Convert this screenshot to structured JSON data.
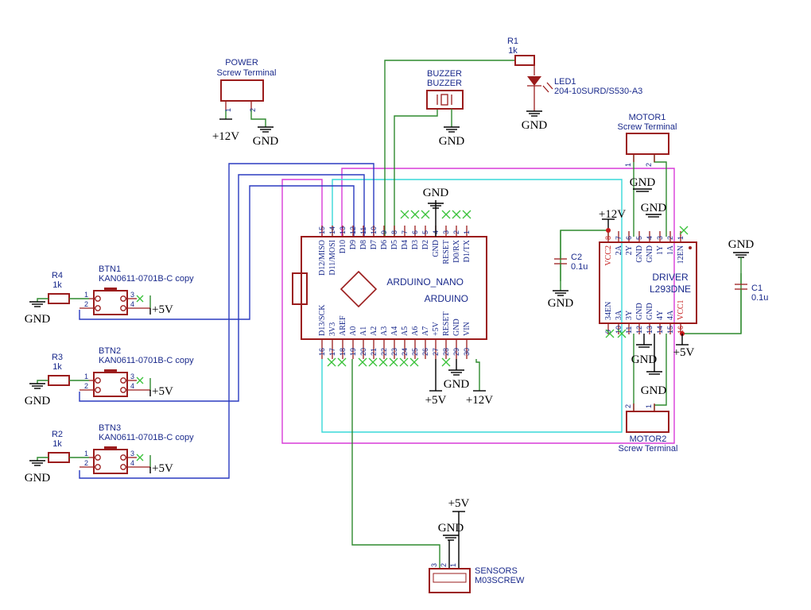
{
  "power": {
    "ref": "POWER",
    "value": "Screw Terminal",
    "pin1": "1",
    "pin2": "2",
    "v12": "+12V",
    "gnd": "GND"
  },
  "r1": {
    "ref": "R1",
    "value": "1k"
  },
  "led1": {
    "ref": "LED1",
    "value": "204-10SURD/S530-A3",
    "gnd": "GND"
  },
  "buzzer": {
    "ref": "BUZZER",
    "value": "BUZZER",
    "gnd": "GND"
  },
  "motor1": {
    "ref": "MOTOR1",
    "value": "Screw Terminal",
    "gnd1": "GND",
    "gnd2": "GND",
    "pin1": "1",
    "pin2": "2"
  },
  "motor2": {
    "ref": "MOTOR2",
    "value": "Screw Terminal",
    "gnd1": "GND",
    "gnd2": "GND",
    "pin1": "1",
    "pin2": "2"
  },
  "nano": {
    "ref": "ARDUINO_NANO",
    "value": "ARDUINO",
    "gnd_top": "GND",
    "gnd_bot": "GND",
    "v5": "+5V",
    "v12": "+12V",
    "top_pins": [
      {
        "num": "15",
        "name": "D12/MISO"
      },
      {
        "num": "14",
        "name": "D11/MOSI"
      },
      {
        "num": "13",
        "name": "D10"
      },
      {
        "num": "12",
        "name": "D9"
      },
      {
        "num": "11",
        "name": "D8"
      },
      {
        "num": "10",
        "name": "D7"
      },
      {
        "num": "9",
        "name": "D6"
      },
      {
        "num": "8",
        "name": "D5"
      },
      {
        "num": "7",
        "name": "D4"
      },
      {
        "num": "6",
        "name": "D3"
      },
      {
        "num": "5",
        "name": "D2"
      },
      {
        "num": "4",
        "name": "GND"
      },
      {
        "num": "3",
        "name": "RESET"
      },
      {
        "num": "2",
        "name": "D0/RX"
      },
      {
        "num": "1",
        "name": "D1/TX"
      }
    ],
    "bottom_pins": [
      {
        "num": "16",
        "name": "D13/SCK"
      },
      {
        "num": "17",
        "name": "3V3"
      },
      {
        "num": "18",
        "name": "AREF"
      },
      {
        "num": "19",
        "name": "A0"
      },
      {
        "num": "20",
        "name": "A1"
      },
      {
        "num": "21",
        "name": "A2"
      },
      {
        "num": "22",
        "name": "A3"
      },
      {
        "num": "23",
        "name": "A4"
      },
      {
        "num": "24",
        "name": "A5"
      },
      {
        "num": "25",
        "name": "A6"
      },
      {
        "num": "26",
        "name": "A7"
      },
      {
        "num": "27",
        "name": "+5V"
      },
      {
        "num": "28",
        "name": "RESET"
      },
      {
        "num": "29",
        "name": "GND"
      },
      {
        "num": "30",
        "name": "VIN"
      }
    ]
  },
  "driver": {
    "ref": "DRIVER",
    "value": "L293DNE",
    "v12": "+12V",
    "v5": "+5V",
    "top_pins": [
      {
        "num": "8",
        "name": "VCC2",
        "red": true
      },
      {
        "num": "7",
        "name": "2A"
      },
      {
        "num": "6",
        "name": "2Y"
      },
      {
        "num": "5",
        "name": "GND"
      },
      {
        "num": "4",
        "name": "GND"
      },
      {
        "num": "3",
        "name": "1Y"
      },
      {
        "num": "2",
        "name": "1A"
      },
      {
        "num": "1",
        "name": "12EN"
      }
    ],
    "bottom_pins": [
      {
        "num": "9",
        "name": "34EN"
      },
      {
        "num": "10",
        "name": "3A"
      },
      {
        "num": "11",
        "name": "3Y"
      },
      {
        "num": "12",
        "name": "GND"
      },
      {
        "num": "13",
        "name": "GND"
      },
      {
        "num": "14",
        "name": "4Y"
      },
      {
        "num": "15",
        "name": "4A"
      },
      {
        "num": "16",
        "name": "VCC1",
        "red": true
      }
    ]
  },
  "c1": {
    "ref": "C1",
    "value": "0.1u",
    "gnd": "GND"
  },
  "c2": {
    "ref": "C2",
    "value": "0.1u",
    "gnd": "GND"
  },
  "buttons": [
    {
      "ref": "BTN1",
      "value": "KAN0611-0701B-C copy",
      "r_ref": "R4",
      "r_val": "1k",
      "gnd": "GND",
      "v5": "+5V",
      "p1": "1",
      "p2": "2",
      "p3": "3",
      "p4": "4"
    },
    {
      "ref": "BTN2",
      "value": "KAN0611-0701B-C copy",
      "r_ref": "R3",
      "r_val": "1k",
      "gnd": "GND",
      "v5": "+5V",
      "p1": "1",
      "p2": "2",
      "p3": "3",
      "p4": "4"
    },
    {
      "ref": "BTN3",
      "value": "KAN0611-0701B-C copy",
      "r_ref": "R2",
      "r_val": "1k",
      "gnd": "GND",
      "v5": "+5V",
      "p1": "1",
      "p2": "2",
      "p3": "3",
      "p4": "4"
    }
  ],
  "sensors": {
    "ref": "SENSORS",
    "value": "M03SCREW",
    "v5": "+5V",
    "gnd": "GND",
    "pins": [
      "3",
      "2",
      "1"
    ]
  }
}
